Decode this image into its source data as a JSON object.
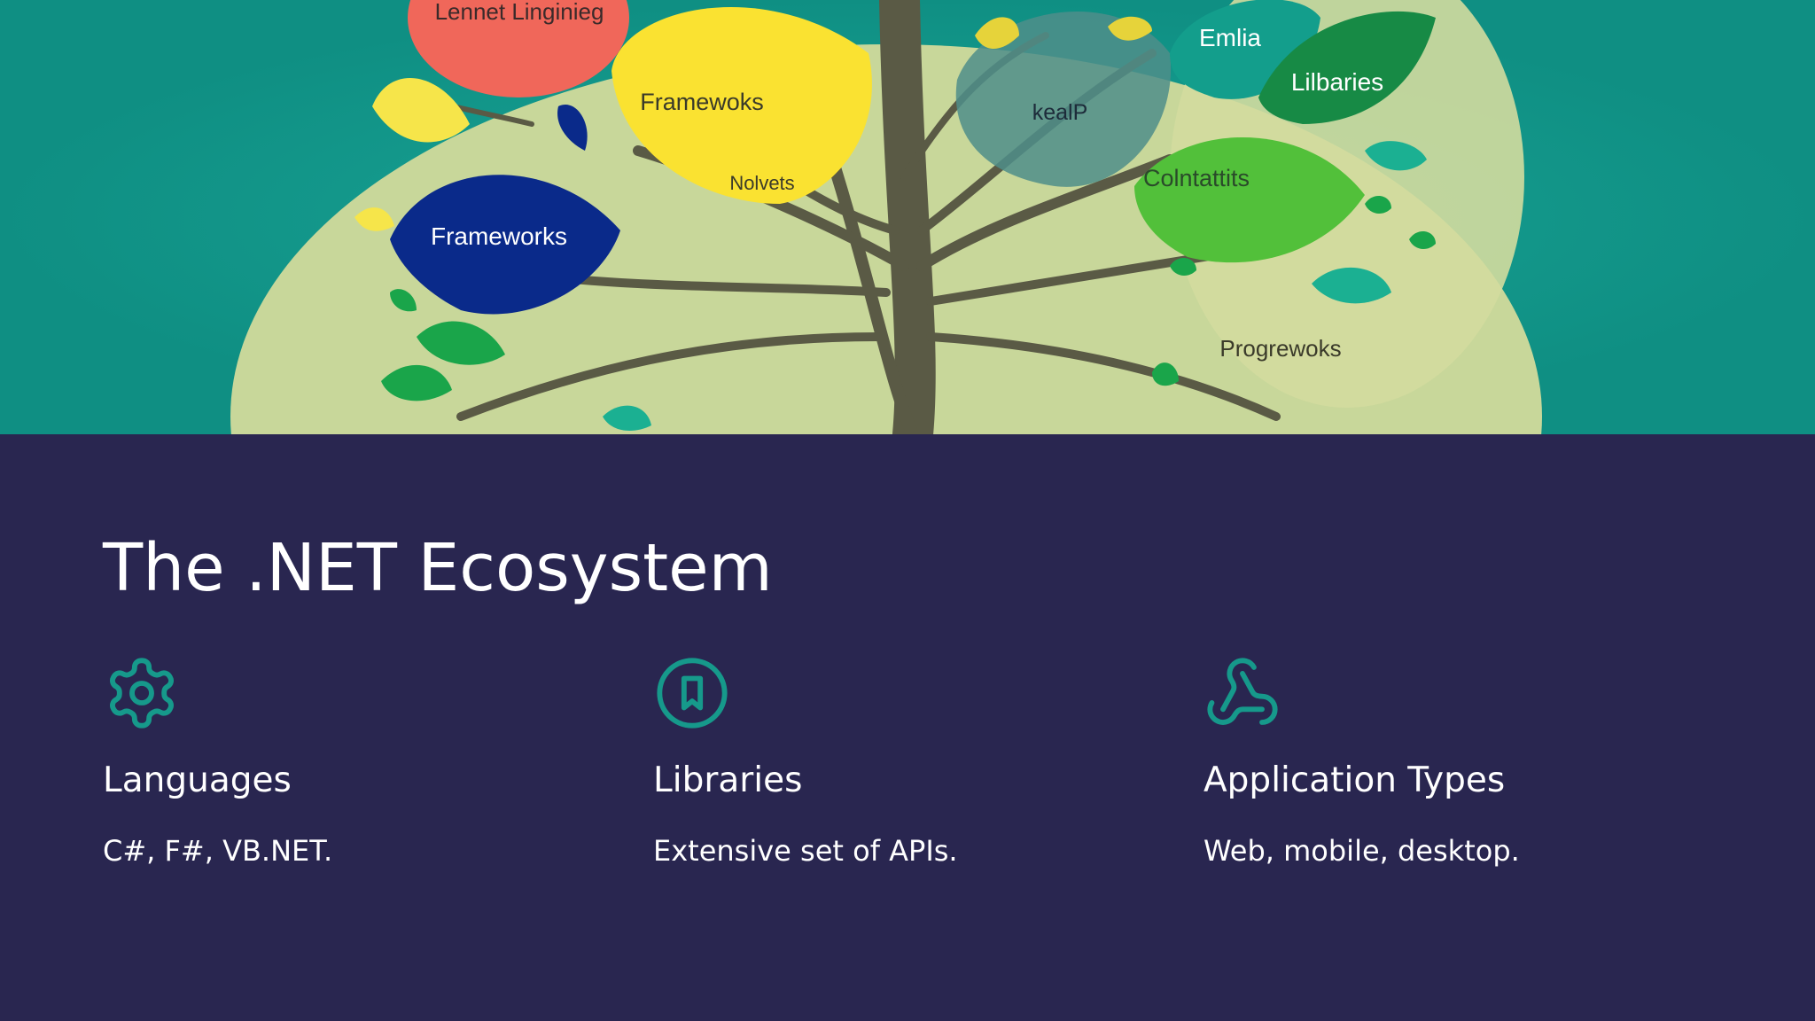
{
  "hero": {
    "leaf_labels": {
      "top_left": "Lennet Linginieg",
      "frameworks_yellow": "Framewoks",
      "novels": "Nolvets",
      "frameworks_blue": "Frameworks",
      "kealp": "kealP",
      "emlia": "Emlia",
      "libraries": "Lilbaries",
      "contracts": "Colntattits",
      "progrewoks": "Progrewoks"
    }
  },
  "slide": {
    "title": "The .NET Ecosystem"
  },
  "features": [
    {
      "icon": "gear-icon",
      "title": "Languages",
      "description": "C#, F#, VB.NET."
    },
    {
      "icon": "bookmark-circle-icon",
      "title": "Libraries",
      "description": "Extensive set of APIs."
    },
    {
      "icon": "webhook-icon",
      "title": "Application Types",
      "description": "Web, mobile, desktop."
    }
  ],
  "colors": {
    "background": "#292650",
    "accent": "#16998b",
    "hero_teal": "#12998a"
  }
}
